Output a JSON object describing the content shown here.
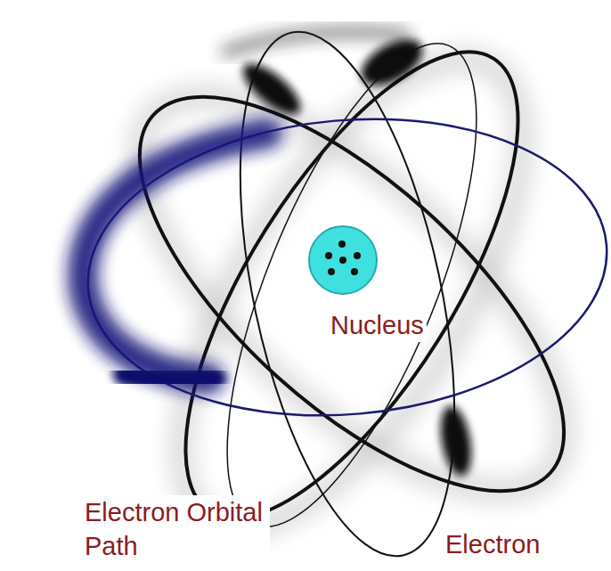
{
  "diagram": {
    "labels": [
      "Nucleus",
      "Electron Orbital Path",
      "Electron"
    ]
  }
}
